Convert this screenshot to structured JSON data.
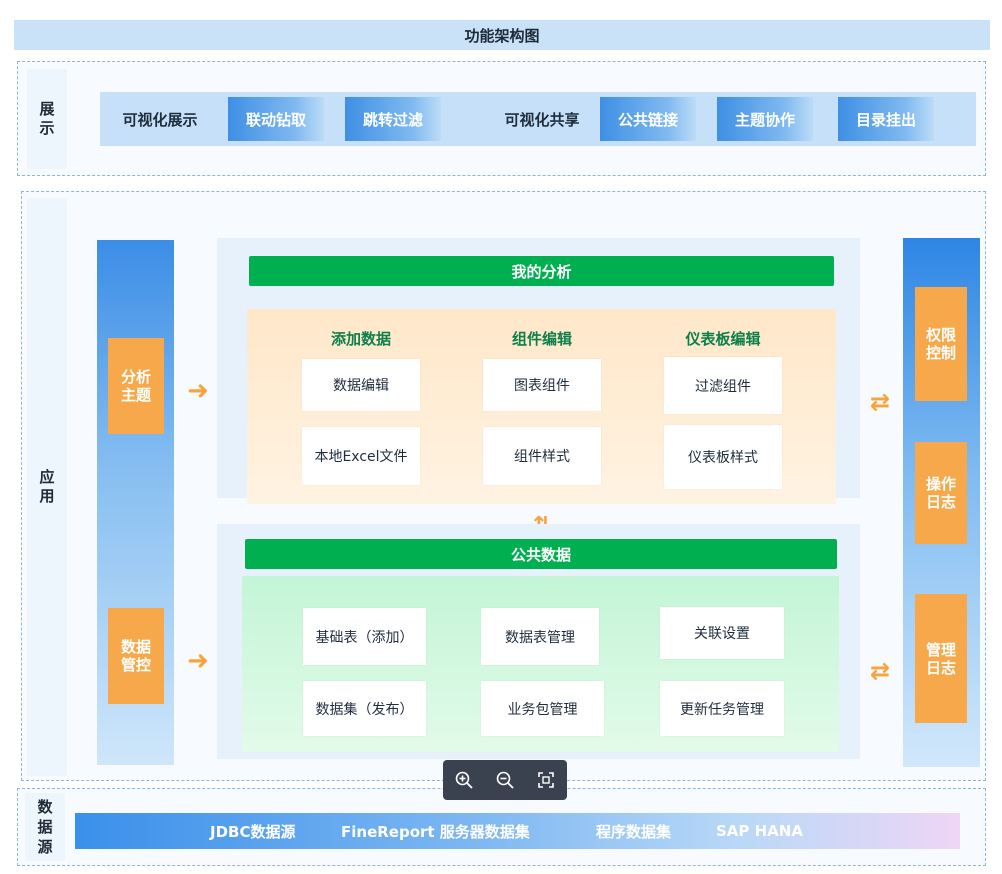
{
  "title": "功能架构图",
  "display_layer": {
    "label_line1": "展",
    "label_line2": "示",
    "items": [
      "可视化展示",
      "联动钻取",
      "跳转过滤",
      "可视化共享",
      "公共链接",
      "主题协作",
      "目录挂出"
    ]
  },
  "app_layer": {
    "label_line1": "应",
    "label_line2": "用",
    "left_boxes": [
      {
        "line1": "分析",
        "line2": "主题"
      },
      {
        "line1": "数据",
        "line2": "管控"
      }
    ],
    "right_boxes": [
      {
        "line1": "权限",
        "line2": "控制"
      },
      {
        "line1": "操作",
        "line2": "日志"
      },
      {
        "line1": "管理",
        "line2": "日志"
      }
    ],
    "my_analysis": {
      "header": "我的分析",
      "columns": [
        {
          "title": "添加数据",
          "cards": [
            "数据编辑",
            "本地Excel文件"
          ]
        },
        {
          "title": "组件编辑",
          "cards": [
            "图表组件",
            "组件样式"
          ]
        },
        {
          "title": "仪表板编辑",
          "cards": [
            "过滤组件",
            "仪表板样式"
          ]
        }
      ]
    },
    "public_data": {
      "header": "公共数据",
      "cards": [
        "基础表（添加）",
        "数据表管理",
        "关联设置",
        "数据集（发布）",
        "业务包管理",
        "更新任务管理"
      ]
    }
  },
  "data_source_layer": {
    "label_line1": "数",
    "label_line2": "据",
    "label_line3": "源",
    "items": [
      "JDBC数据源",
      "FineReport 服务器数据集",
      "程序数据集",
      "SAP HANA"
    ]
  },
  "colors": {
    "accent_blue": "#3b8de6",
    "orange": "#f7a84a",
    "green": "#00b050",
    "toolbar": "#3a4250"
  },
  "toolbar": {
    "icons": [
      "zoom-in-icon",
      "zoom-out-icon",
      "fit-screen-icon"
    ]
  }
}
